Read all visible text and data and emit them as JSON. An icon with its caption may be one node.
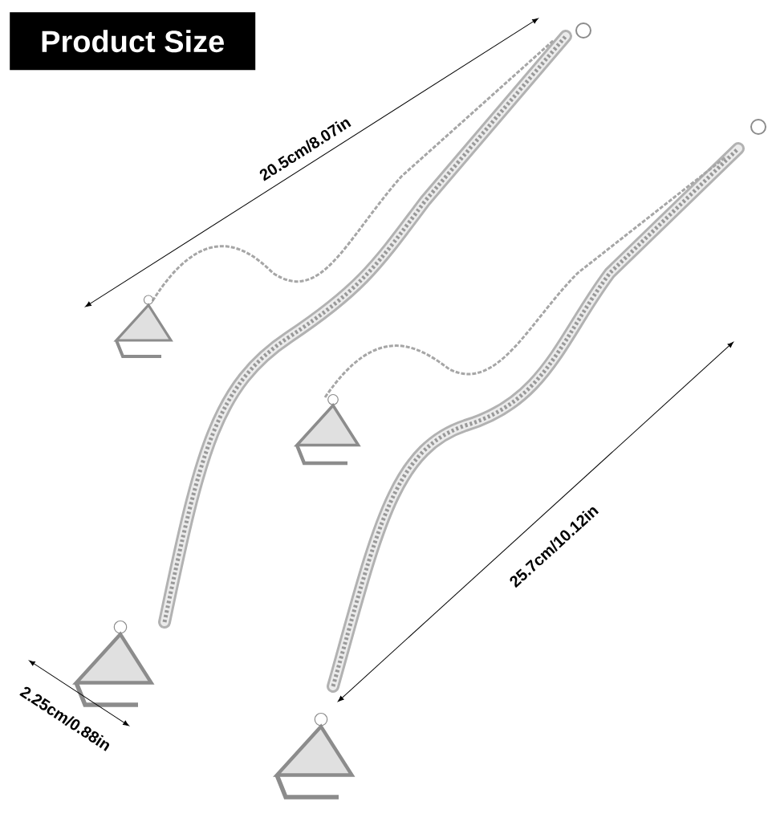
{
  "diagram": {
    "title": "Product Size",
    "labels": [
      "20.5cm/8.07in",
      "25.7cm/10.12in",
      "2.25cm/0.88in"
    ]
  }
}
